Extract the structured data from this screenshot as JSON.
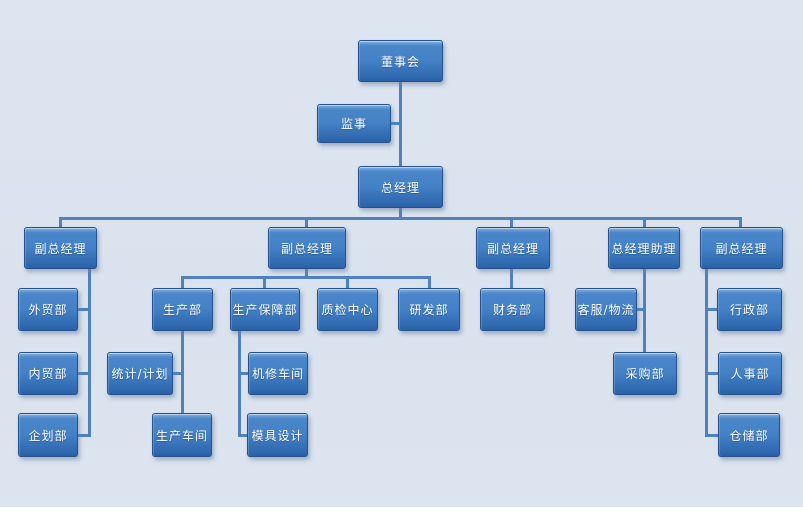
{
  "diagram": {
    "type": "org-chart",
    "nodes": {
      "board": {
        "label": "董事会"
      },
      "supervisor": {
        "label": "监事"
      },
      "gm": {
        "label": "总经理"
      },
      "vp1": {
        "label": "副总经理"
      },
      "vp2": {
        "label": "副总经理"
      },
      "vp3": {
        "label": "副总经理"
      },
      "assistant": {
        "label": "总经理助理"
      },
      "vp4": {
        "label": "副总经理"
      },
      "foreign_trade": {
        "label": "外贸部"
      },
      "domestic_trade": {
        "label": "内贸部"
      },
      "planning": {
        "label": "企划部"
      },
      "production": {
        "label": "生产部"
      },
      "stats_planning": {
        "label": "统计/计划"
      },
      "production_workshop": {
        "label": "生产车间"
      },
      "production_support": {
        "label": "生产保障部"
      },
      "machine_repair": {
        "label": "机修车间"
      },
      "mold_design": {
        "label": "模具设计"
      },
      "qc_center": {
        "label": "质检中心"
      },
      "rnd": {
        "label": "研发部"
      },
      "finance": {
        "label": "财务部"
      },
      "customer_logistics": {
        "label": "客服/物流"
      },
      "purchasing": {
        "label": "采购部"
      },
      "admin": {
        "label": "行政部"
      },
      "hr": {
        "label": "人事部"
      },
      "warehouse": {
        "label": "仓储部"
      }
    },
    "colors": {
      "node_fill_top": "#4a86c9",
      "node_fill_bottom": "#2e68b0",
      "node_border": "#27518a",
      "connector": "#4e81be",
      "background": "#dae3ef",
      "text": "#ffffff"
    }
  }
}
